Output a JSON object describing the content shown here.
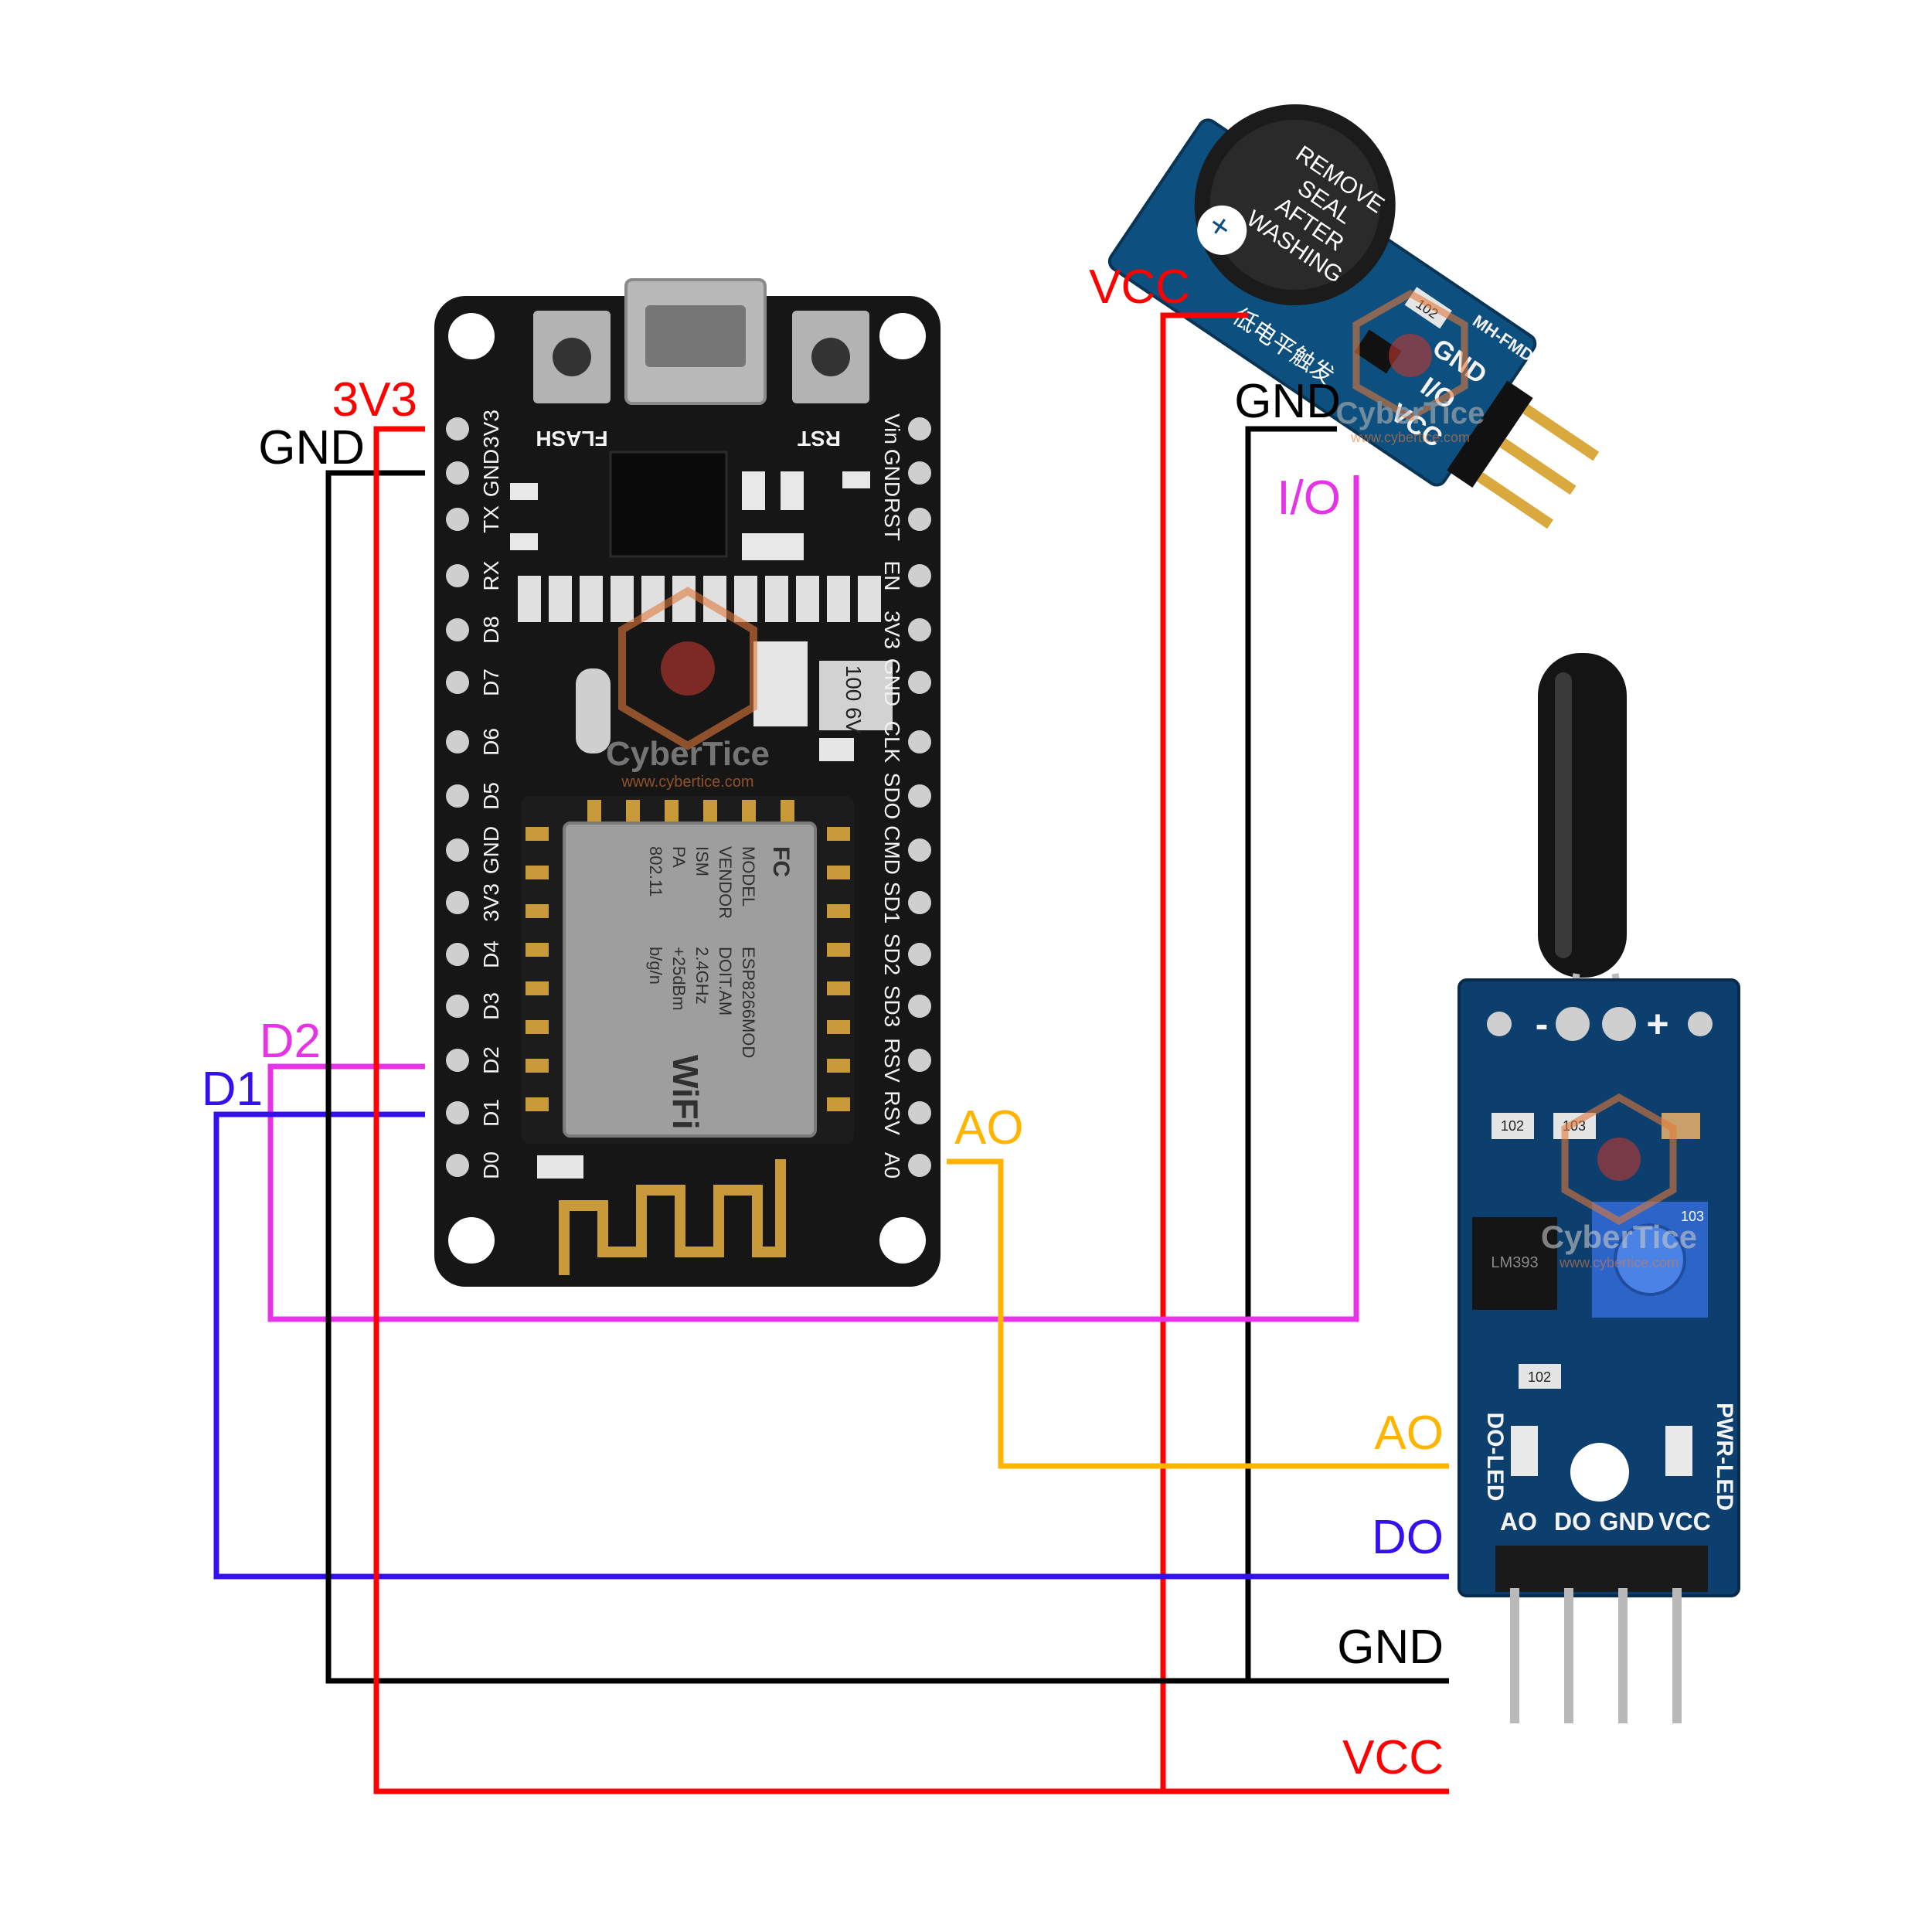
{
  "colors": {
    "red": "#ff0000",
    "black": "#000000",
    "magenta": "#e633e6",
    "blue": "#3311ee",
    "orange": "#ffb400",
    "board": "#161616",
    "pcb_blue": "#0d3f6e",
    "gold": "#c99a3a"
  },
  "nodemcu": {
    "label_3v3": "3V3",
    "label_gnd": "GND",
    "label_d2": "D2",
    "label_d1": "D1",
    "label_ao": "AO",
    "left_pins": [
      "3V3",
      "GND",
      "TX",
      "RX",
      "D8",
      "D7",
      "D6",
      "D5",
      "GND",
      "3V3",
      "D4",
      "D3",
      "D2",
      "D1",
      "D0"
    ],
    "right_pins": [
      "Vin",
      "GND",
      "RST",
      "EN",
      "3V3",
      "GND",
      "CLK",
      "SDO",
      "CMD",
      "SD1",
      "SD2",
      "SD3",
      "RSV",
      "RSV",
      "A0"
    ],
    "flash_label": "FLASH",
    "rst_label": "RST",
    "module_text": [
      "MODEL",
      "VENDOR",
      "ISM",
      "PA",
      "802.11",
      "ESP8266MOD",
      "DOIT.AM",
      "2.4GHz",
      "+25dBm",
      "b/g/n"
    ],
    "cap_text": "100 6V",
    "wifi_text": "WiFi",
    "fc_text": "FC"
  },
  "sound_module": {
    "label_vcc": "VCC",
    "label_gnd": "GND",
    "label_io": "I/O",
    "seal_text": [
      "REMOVE",
      "SEAL",
      "AFTER",
      "WASHING"
    ],
    "pin_labels": [
      "GND",
      "I/O",
      "VCC"
    ],
    "model": "MH-FMD",
    "chinese_text": "低电平触发",
    "res_text": "102"
  },
  "tilt_module": {
    "label_ao": "AO",
    "label_do": "DO",
    "label_gnd": "GND",
    "label_vcc": "VCC",
    "pin_labels": [
      "AO",
      "DO",
      "GND",
      "VCC"
    ],
    "led_labels": [
      "DO-LED",
      "PWR-LED"
    ],
    "ic_text": "LM393",
    "res_text": [
      "102",
      "103",
      "102"
    ],
    "pot_text": "103",
    "polarity": [
      "-",
      "+"
    ]
  },
  "watermark": {
    "brand": "CyberTice",
    "url": "www.cybertice.com"
  }
}
